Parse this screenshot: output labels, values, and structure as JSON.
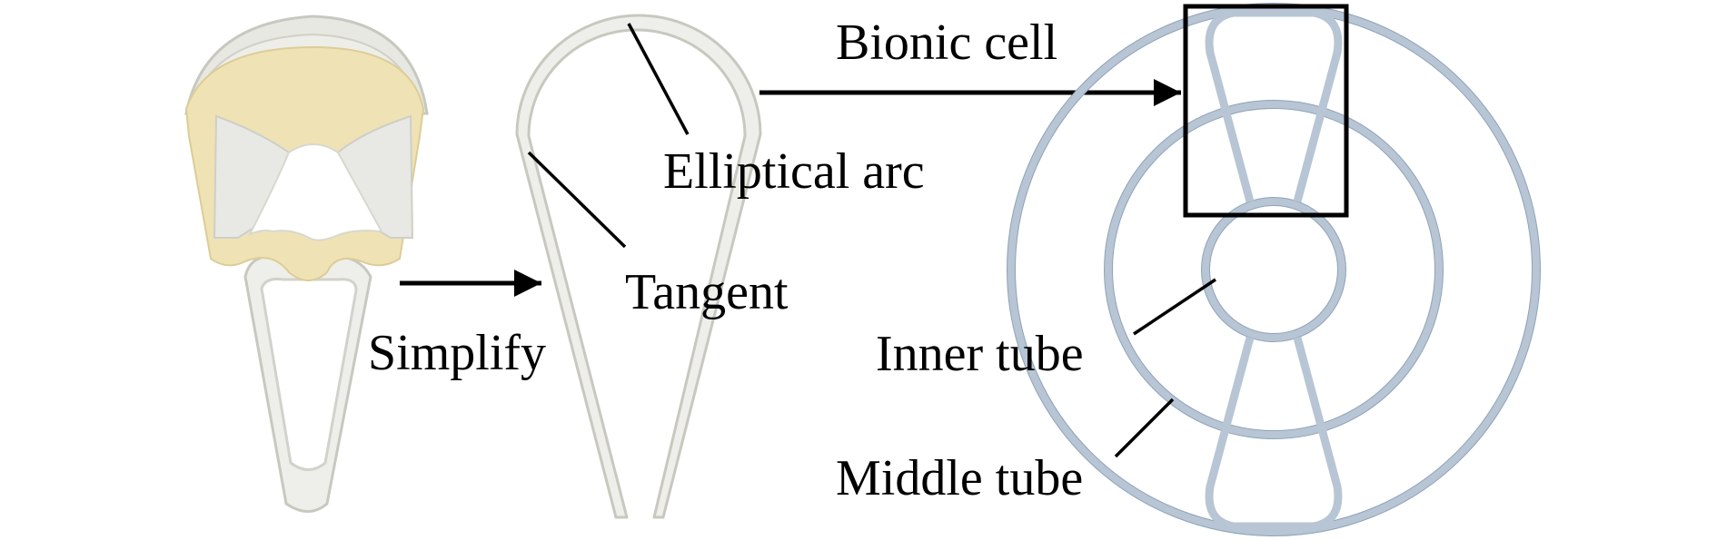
{
  "labels": {
    "simplify": "Simplify",
    "elliptical_arc": "Elliptical arc",
    "tangent": "Tangent",
    "bionic_cell": "Bionic cell",
    "inner_tube": "Inner tube",
    "middle_tube": "Middle tube"
  },
  "colors": {
    "bone_yellow": "#efe2b4",
    "cell_fill": "#eeeeea",
    "cell_stroke": "#c8c8c0",
    "tube_blue": "#b7c5d4",
    "line": "#000000"
  }
}
